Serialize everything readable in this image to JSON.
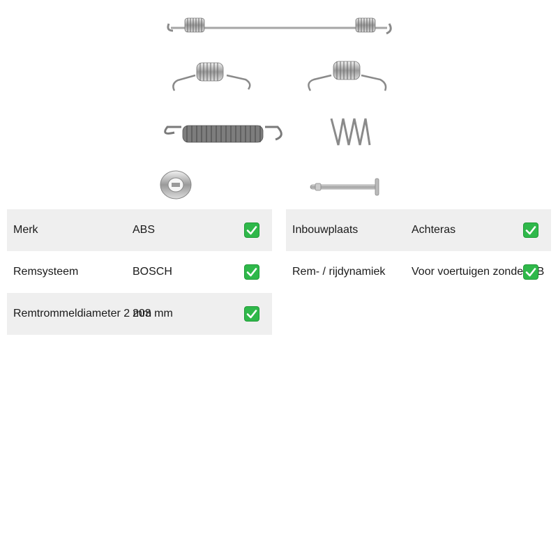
{
  "left_specs": [
    {
      "label": "Merk",
      "value": "ABS",
      "shaded": true
    },
    {
      "label": "Remsysteem",
      "value": "BOSCH",
      "shaded": false
    },
    {
      "label": "Remtrommeldiameter 2 mm",
      "value": "203 mm",
      "shaded": true
    }
  ],
  "right_specs": [
    {
      "label": "Inbouwplaats",
      "value": "Achteras",
      "shaded": true
    },
    {
      "label": "Rem- / rijdynamiek",
      "value": "Voor voertuigen zonder ABS",
      "shaded": false
    }
  ],
  "icons": {
    "check": "check-mark-icon"
  },
  "colors": {
    "check": "#2fb84a",
    "shaded_row": "#efefef"
  }
}
